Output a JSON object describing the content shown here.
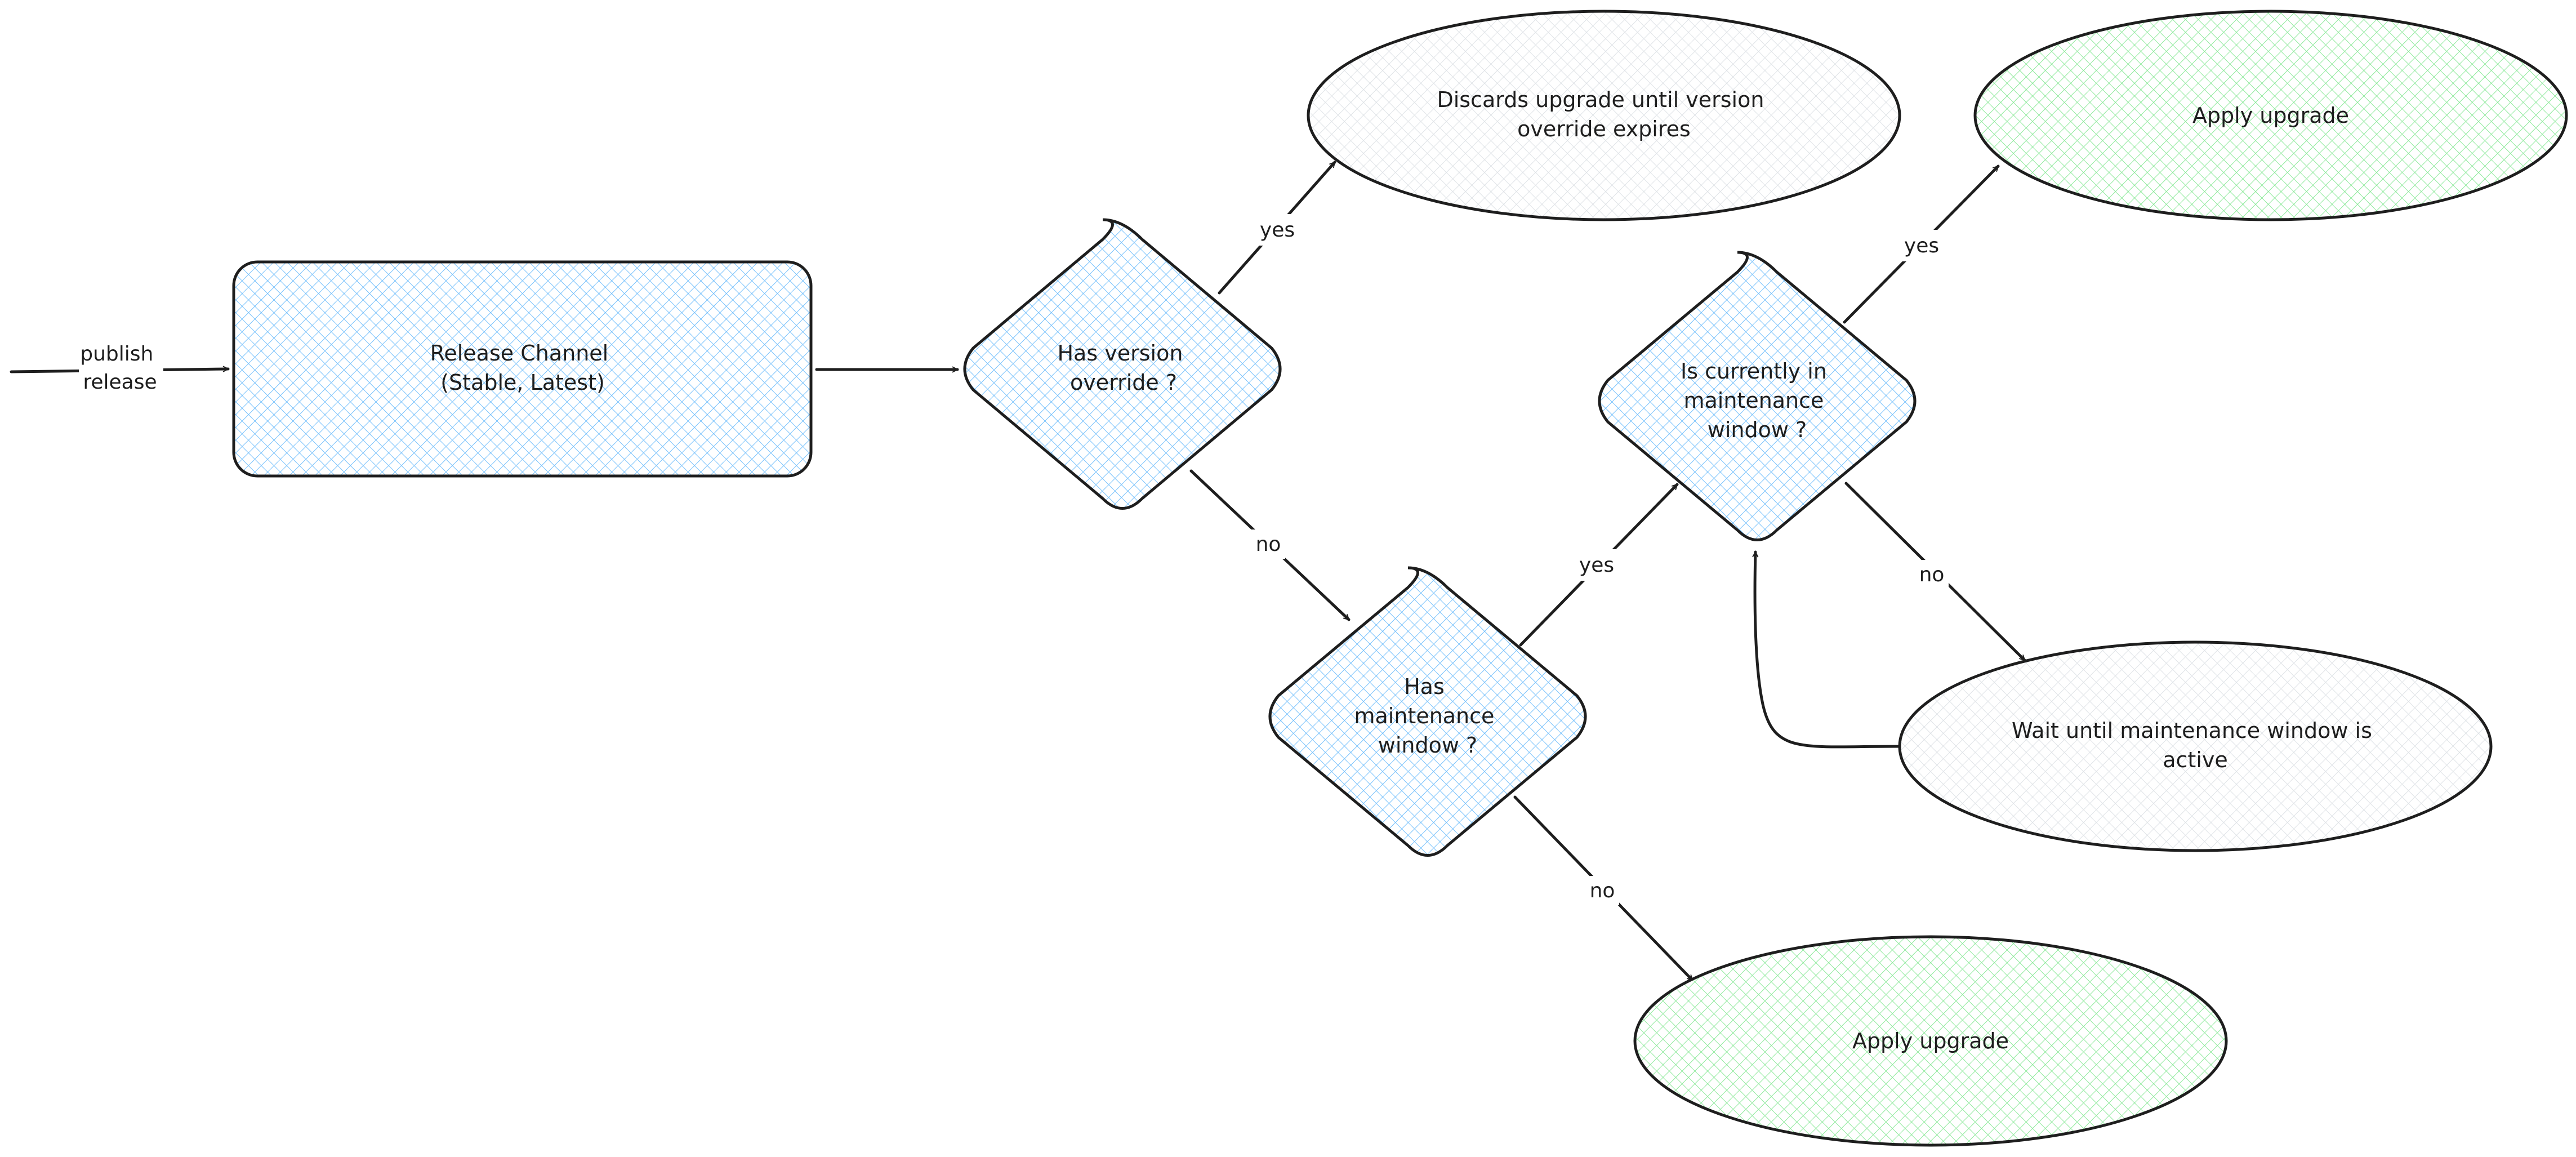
{
  "colors": {
    "blue_fill": "#a5d8ff",
    "green_fill": "#b2f2bb",
    "gray_fill": "#e9ecef",
    "stroke": "#1e1e1e"
  },
  "nodes": {
    "release_channel": [
      "Release Channel",
      "(Stable, Latest)"
    ],
    "has_version_override": [
      "Has version",
      "override ?"
    ],
    "discards_upgrade": [
      "Discards upgrade until version",
      "override expires"
    ],
    "has_maintenance_window": [
      "Has",
      "maintenance",
      "window ?"
    ],
    "is_in_maintenance_window": [
      "Is currently in",
      "maintenance",
      "window ?"
    ],
    "apply_upgrade_top": [
      "Apply upgrade"
    ],
    "wait_until_active": [
      "Wait until maintenance window is",
      "active"
    ],
    "apply_upgrade_bottom": [
      "Apply upgrade"
    ]
  },
  "edges": {
    "publish_release": [
      "publish",
      "release"
    ],
    "override_yes": "yes",
    "override_no": "no",
    "maintenance_yes": "yes",
    "maintenance_no": "no",
    "current_yes": "yes",
    "current_no": "no"
  }
}
